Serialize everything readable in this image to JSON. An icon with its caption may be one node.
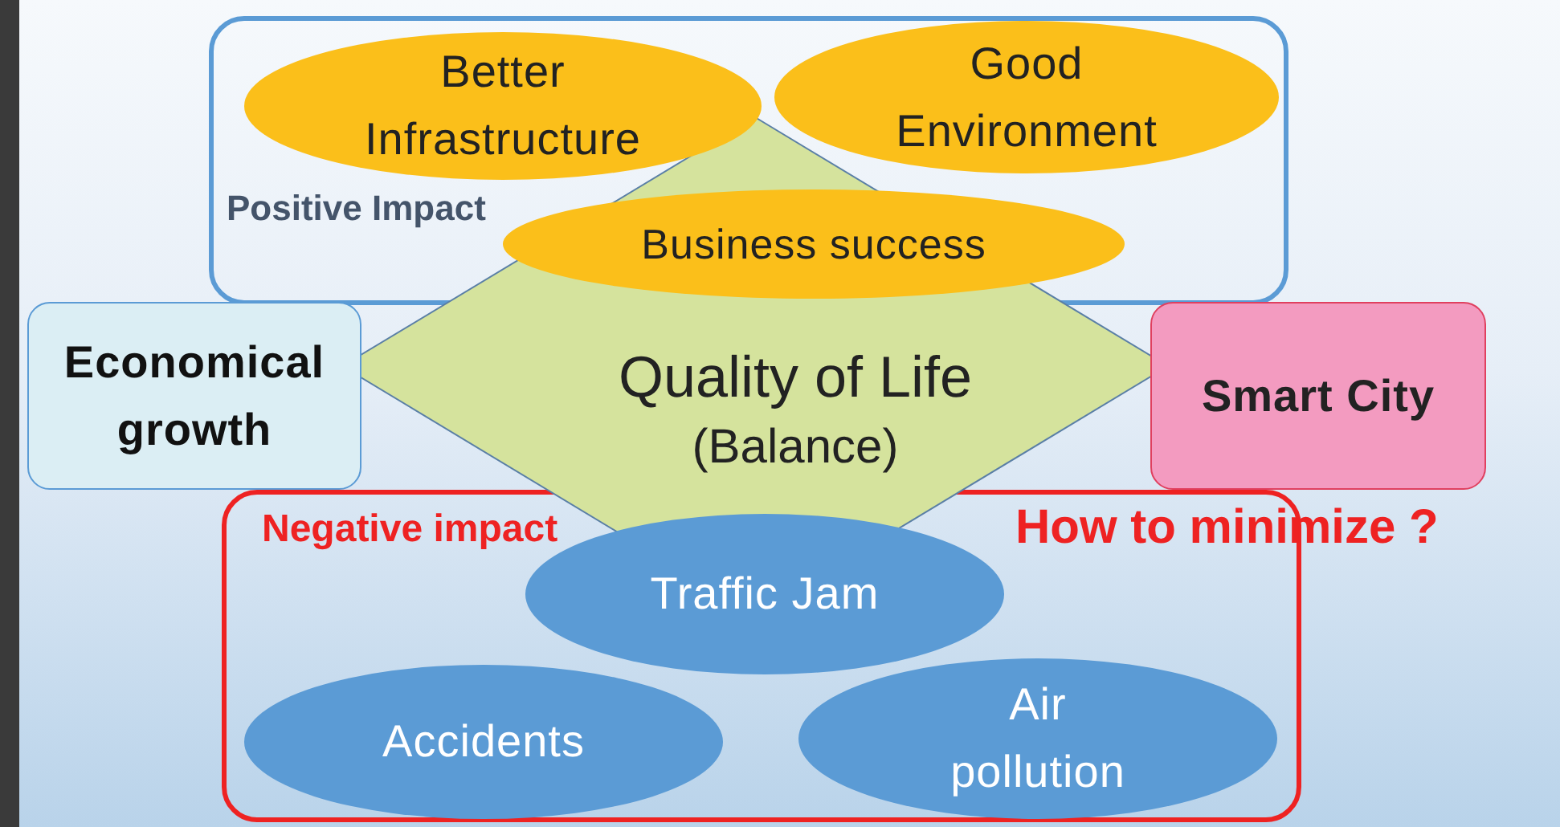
{
  "diagram": {
    "nodes": [
      {
        "text": [
          "Positive Impact"
        ]
      },
      {
        "text": [
          "Better Infrastructure"
        ],
        "in": 0
      },
      {
        "text": [
          "Good Environment"
        ],
        "in": 0
      },
      {
        "text": [
          "Business success"
        ]
      },
      {
        "text": [
          "Quality of Life",
          "(Balance)"
        ]
      },
      {
        "text": [
          "Economical growth"
        ]
      },
      {
        "text": [
          "Smart City"
        ]
      },
      {
        "text": [
          "Negative impact"
        ]
      },
      {
        "text": [
          "Traffic Jam"
        ],
        "in": 7
      },
      {
        "text": [
          "Accidents"
        ],
        "in": 7
      },
      {
        "text": [
          "Air pollution"
        ],
        "in": 7
      }
    ],
    "edges": [],
    "labels": [
      "How to minimize ?"
    ]
  }
}
